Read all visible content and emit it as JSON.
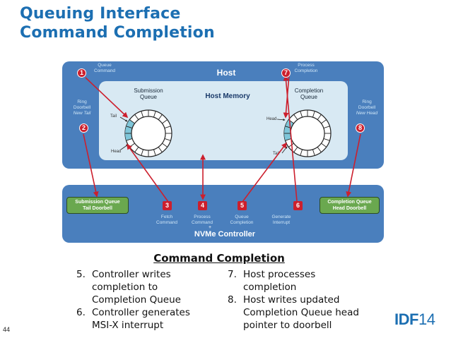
{
  "title": {
    "line1": "Queuing Interface",
    "line2": "Command Completion"
  },
  "host": {
    "label": "Host",
    "memory_label": "Host Memory",
    "submission_queue": {
      "label_line1": "Submission",
      "label_line2": "Queue",
      "tail": "Tail",
      "head": "Head"
    },
    "completion_queue": {
      "label_line1": "Completion",
      "label_line2": "Queue",
      "head": "Head",
      "tail": "Tail"
    }
  },
  "notes": {
    "queue_command": {
      "l1": "Queue",
      "l2": "Command"
    },
    "process_completion": {
      "l1": "Process",
      "l2": "Completion"
    },
    "ring_doorbell_left": {
      "l1": "Ring",
      "l2": "Doorbell",
      "l3": "New Tail"
    },
    "ring_doorbell_right": {
      "l1": "Ring",
      "l2": "Doorbell",
      "l3": "New Head"
    },
    "fetch_command": {
      "l1": "Fetch",
      "l2": "Command"
    },
    "process_command": {
      "l1": "Process",
      "l2": "Command"
    },
    "queue_completion": {
      "l1": "Queue",
      "l2": "Completion"
    },
    "generate_interrupt": {
      "l1": "Generate",
      "l2": "Interrupt"
    }
  },
  "badges": {
    "b1": "1",
    "b2": "2",
    "b3": "3",
    "b4": "4",
    "b5": "5",
    "b6": "6",
    "b7": "7",
    "b8": "8"
  },
  "controller": {
    "label": "NVMe Controller",
    "sq_doorbell": {
      "l1": "Submission Queue",
      "l2": "Tail Doorbell"
    },
    "cq_doorbell": {
      "l1": "Completion Queue",
      "l2": "Head Doorbell"
    },
    "trademark": "+"
  },
  "section": {
    "heading": "Command Completion",
    "items_left": [
      {
        "num": "5.",
        "lines": [
          "Controller writes",
          "completion to",
          "Completion Queue"
        ]
      },
      {
        "num": "6.",
        "lines": [
          "Controller generates",
          "MSI-X interrupt"
        ]
      }
    ],
    "items_right": [
      {
        "num": "7.",
        "lines": [
          "Host processes",
          "completion"
        ]
      },
      {
        "num": "8.",
        "lines": [
          "Host writes updated",
          "Completion Queue head",
          "pointer to doorbell"
        ]
      }
    ]
  },
  "footer": {
    "page_number": "44",
    "logo_a": "IDF",
    "logo_b": "14"
  },
  "colors": {
    "panel": "#4a7fbd",
    "accent": "#1c6fb2",
    "arrow": "#cc1f2d",
    "host_memory": "#d8e9f3",
    "doorbell": "#6aa84f"
  }
}
